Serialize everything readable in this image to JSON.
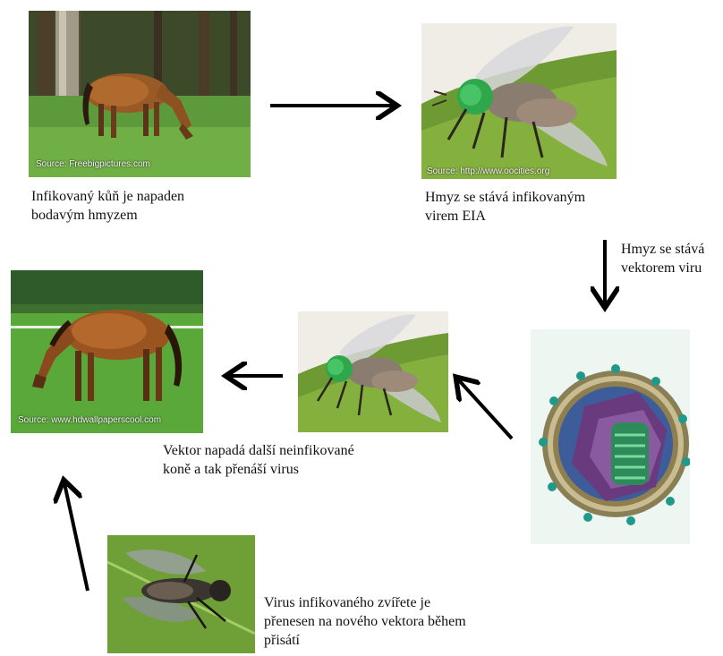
{
  "steps": [
    {
      "caption_lines": [
        "Infikovaný kůň je napaden",
        "bodavým hmyzem"
      ],
      "image": "grazing-horse-forest",
      "source": "Source: Freebigpictures.com"
    },
    {
      "caption_lines": [
        "Hmyz se stává infikovaným",
        "virem EIA"
      ],
      "image": "horsefly-on-leaf",
      "source": "Source: http://www.oocities.org"
    },
    {
      "caption_lines": [
        "Hmyz se stává",
        "vektorem viru"
      ],
      "image": "eia-virus-particle",
      "source": ""
    },
    {
      "caption_lines": [
        "Vektor napadá další neinfikované",
        "koně a tak přenáší virus"
      ],
      "image": "horsefly-on-leaf",
      "source": ""
    },
    {
      "caption_lines": [],
      "image": "grazing-horse-field",
      "source": "Source: www.hdwallpaperscool.com"
    },
    {
      "caption_lines": [
        "Virus infikovaného zvířete je",
        "přenesen na nového vektora během",
        "přisátí"
      ],
      "image": "horsefly-top-view",
      "source": ""
    }
  ],
  "colors": {
    "arrow": "#000000",
    "text": "#111111",
    "background": "#ffffff"
  },
  "arrows": [
    "right",
    "down",
    "up-left",
    "left",
    "up"
  ]
}
